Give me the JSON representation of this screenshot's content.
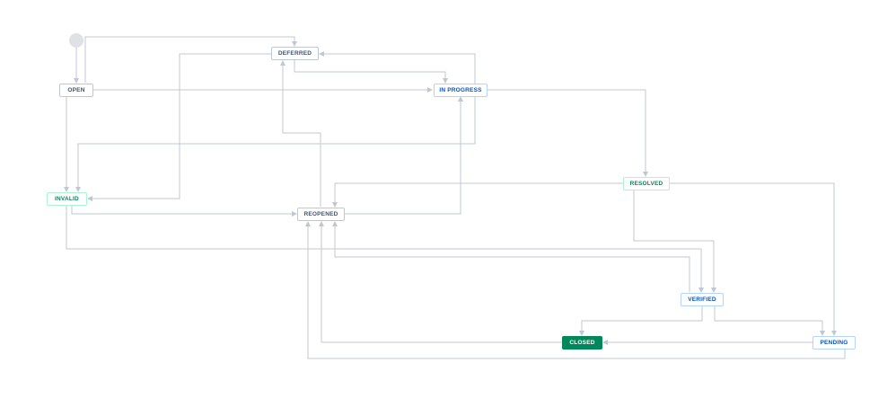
{
  "workflow": {
    "start": {
      "icon": "start-circle-icon"
    },
    "statuses": {
      "open": "OPEN",
      "deferred": "DEFERRED",
      "in_progress": "IN PROGRESS",
      "invalid": "INVALID",
      "reopened": "REOPENED",
      "resolved": "RESOLVED",
      "verified": "VERIFIED",
      "closed": "CLOSED",
      "pending": "PENDING"
    },
    "colors": {
      "line": "#c1c7d0",
      "todo": "#42526e",
      "in_progress": "#0052cc",
      "done": "#00875a"
    }
  }
}
